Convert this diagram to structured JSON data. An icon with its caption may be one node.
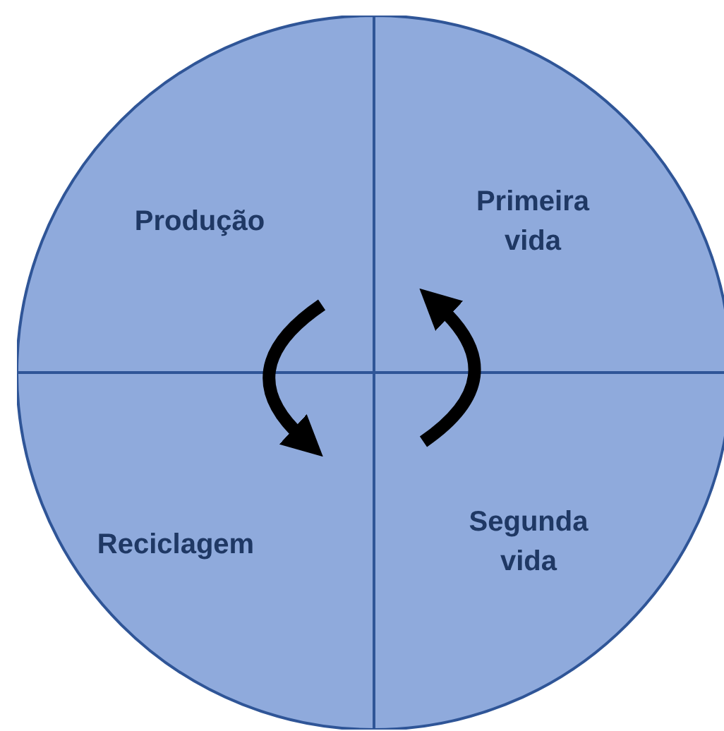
{
  "diagram": {
    "nodes": [
      {
        "text": [
          "Produção"
        ]
      },
      {
        "text": [
          "Primeira vida"
        ]
      },
      {
        "text": [
          "Reciclagem"
        ]
      },
      {
        "text": [
          "Segunda vida"
        ]
      }
    ],
    "edges": [
      {
        "from": 0,
        "to": 2,
        "arrow": "to"
      },
      {
        "from": 3,
        "to": 1,
        "arrow": "to"
      }
    ]
  }
}
